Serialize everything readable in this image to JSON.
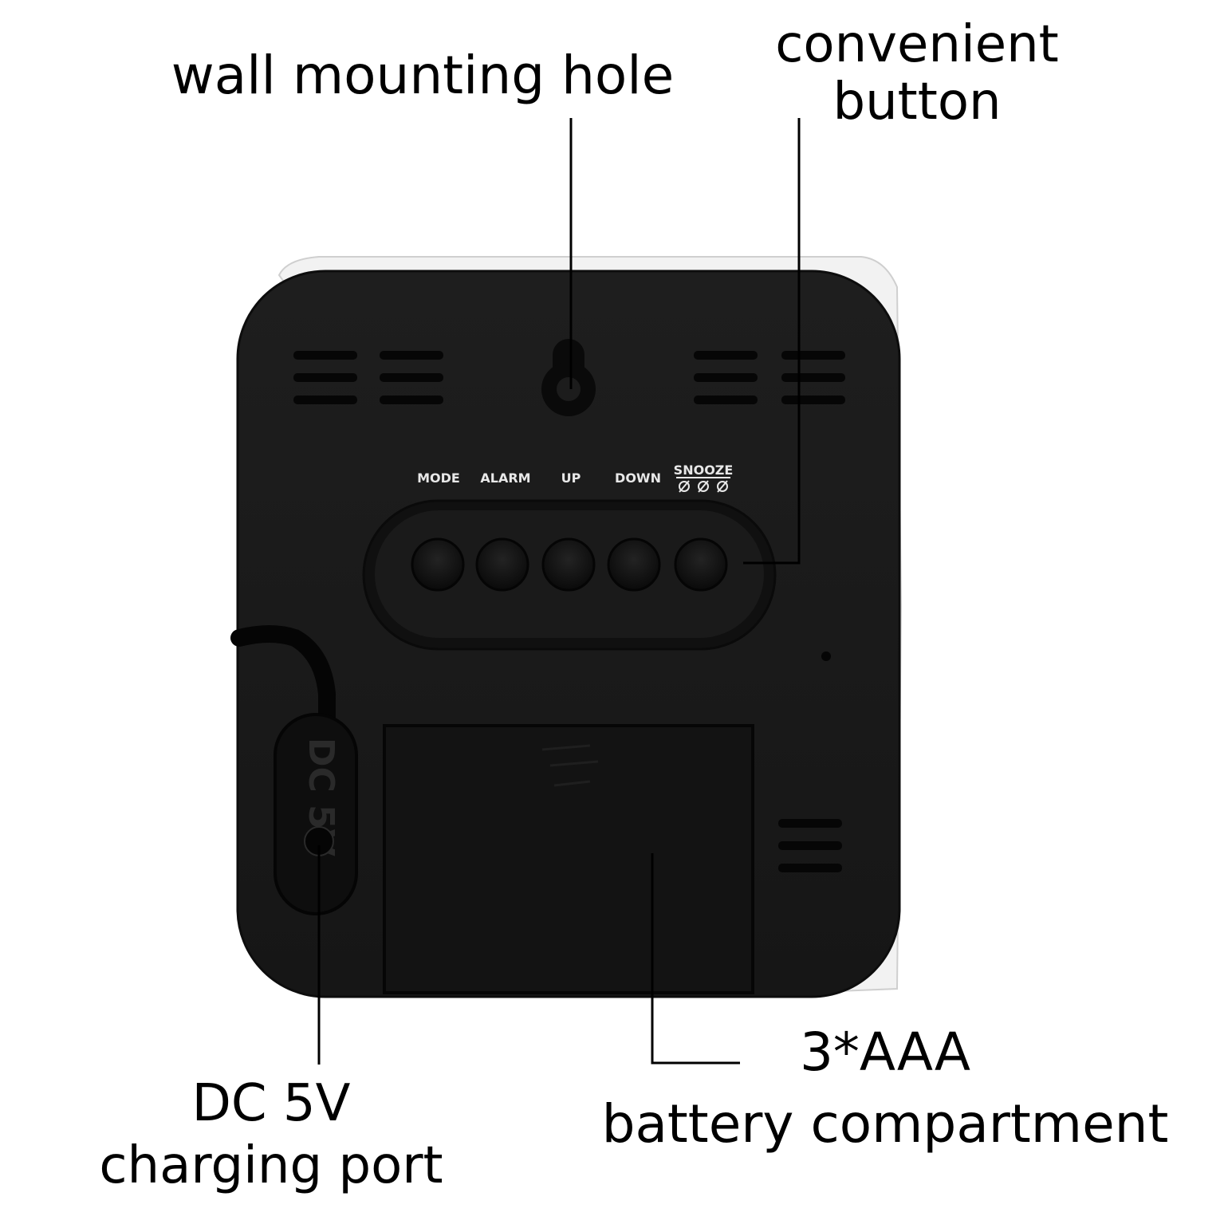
{
  "callouts": {
    "wall_hole": "wall mounting hole",
    "button_line1": "convenient",
    "button_line2": "button",
    "dc_line1": "DC 5V",
    "dc_line2": "charging port",
    "battery_line1": "3*AAA",
    "battery_line2": "battery compartment"
  },
  "device": {
    "button_labels": [
      "MODE",
      "ALARM",
      "UP",
      "DOWN",
      "SNOOZE"
    ],
    "port_marking": "DC 5V"
  },
  "colors": {
    "body": "#1b1b1b",
    "body_edge": "#0d0d0d",
    "panel": "#131313",
    "leader": "#000000",
    "background": "#ffffff"
  }
}
